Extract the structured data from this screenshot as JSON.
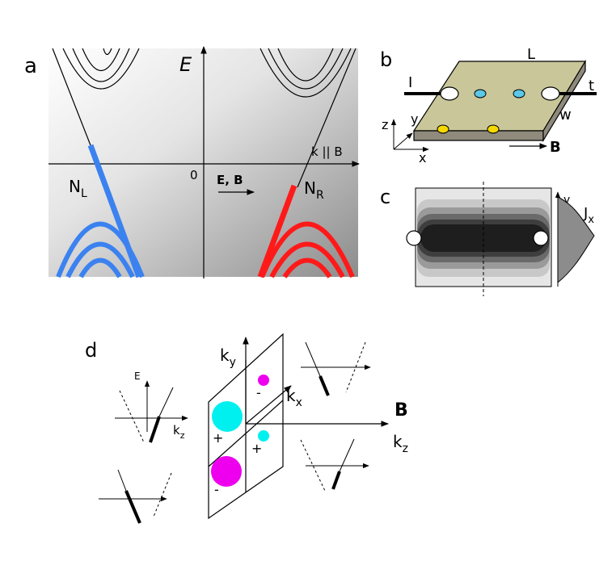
{
  "panel_a": {
    "label": "a",
    "energy_axis": "E",
    "k_axis": "k || B",
    "origin": "0",
    "field_label": "E, B",
    "node_left_base": "N",
    "node_left_sub": "L",
    "node_right_base": "N",
    "node_right_sub": "R",
    "left_branch_color": "#3b82f0",
    "right_branch_color": "#ff1a1a"
  },
  "panel_b": {
    "label": "b",
    "length": "L",
    "thickness": "t",
    "width": "w",
    "current": "I",
    "axis_x": "x",
    "axis_y": "y",
    "axis_z": "z",
    "field": "B",
    "slab_top_color": "#c9c79a",
    "slab_side_color": "#8f8a7c",
    "top_dot_color": "#5bc8e8",
    "bottom_dot_color": "#f5d800"
  },
  "panel_c": {
    "label": "c",
    "axis_y": "y",
    "current_base": "J",
    "current_sub": "x"
  },
  "panel_d": {
    "label": "d",
    "axis_ky_base": "k",
    "axis_ky_sub": "y",
    "axis_kx_base": "k",
    "axis_kx_sub": "x",
    "axis_kz_base": "k",
    "axis_kz_sub": "z",
    "field": "B",
    "inset_energy": "E",
    "inset_kz_base": "k",
    "inset_kz_sub": "z",
    "plus": "+",
    "minus": "-",
    "cyan_color": "#00f0f0",
    "magenta_color": "#ee00ee"
  }
}
